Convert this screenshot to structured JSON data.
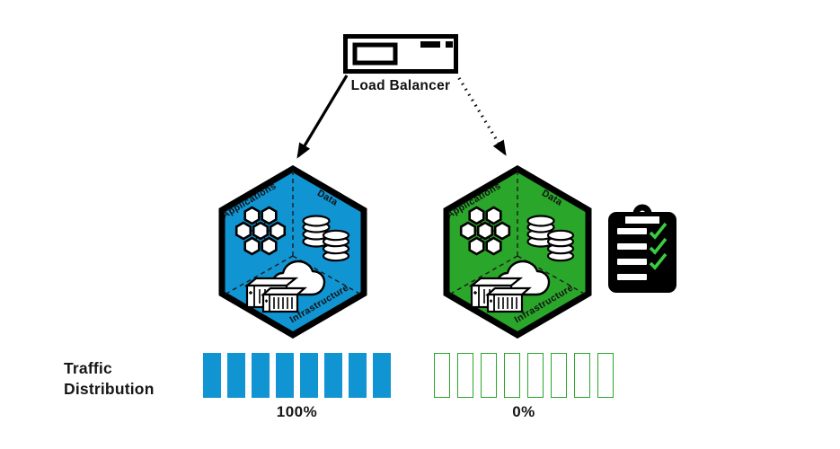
{
  "load_balancer": {
    "label": "Load Balancer",
    "icon": "load-balancer-appliance-icon"
  },
  "routing": {
    "active_arrow": {
      "style": "solid",
      "target": "blue"
    },
    "idle_arrow": {
      "style": "dotted",
      "target": "green"
    }
  },
  "environments": [
    {
      "name": "blue",
      "color": "#1094d2",
      "sections": [
        "Applications",
        "Data",
        "Infrastructure"
      ],
      "icons": [
        "app-hexagon-cluster-icon",
        "database-cylinders-icon",
        "containers-cloud-icon"
      ]
    },
    {
      "name": "green",
      "color": "#2aa62a",
      "sections": [
        "Applications",
        "Data",
        "Infrastructure"
      ],
      "icons": [
        "app-hexagon-cluster-icon",
        "database-cylinders-icon",
        "containers-cloud-icon"
      ]
    }
  ],
  "checklist": {
    "icon": "clipboard-checklist-icon",
    "lines": 4,
    "checked": 3
  },
  "traffic": {
    "label": "Traffic Distribution",
    "groups": [
      {
        "env": "blue",
        "percent": "100%",
        "filled": 8,
        "total": 8
      },
      {
        "env": "green",
        "percent": "0%",
        "filled": 0,
        "total": 8
      }
    ]
  },
  "colors": {
    "blue": "#1094d2",
    "green": "#2aa62a",
    "check": "#3ecb3e",
    "ink": "#000000"
  }
}
